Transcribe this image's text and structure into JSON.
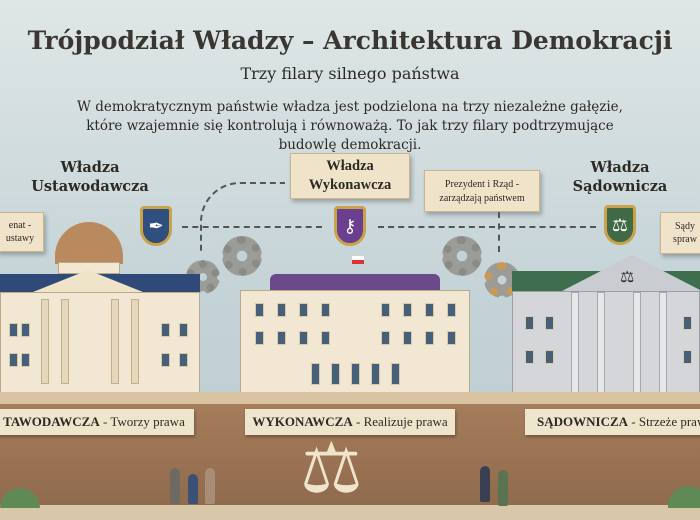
{
  "title": "Trójpodział Władzy – Architektura Demokracji",
  "subtitle": "Trzy filary silnego państwa",
  "intro": "W demokratycznym państwie władza jest podzielona na trzy niezależne gałęzie, które wzajemnie się kontrolują i równoważą. To jak trzy filary podtrzymujące budowlę demokracji.",
  "branches": [
    {
      "heading_line1": "Władza",
      "heading_line2": "Ustawodawcza",
      "plaque_line1": "enat -",
      "plaque_line2": "ustawy",
      "shield_icon": "quill-icon",
      "shield_color": "#2f4f7f",
      "ribbon_strong": "TAWODAWCZA",
      "ribbon_text": " - Tworzy prawa"
    },
    {
      "heading_line1": "Władza",
      "heading_line2": "Wykonawcza",
      "plaque_line1": "Prezydent i Rząd -",
      "plaque_line2": "zarządzają państwem",
      "shield_icon": "key-icon",
      "shield_color": "#6a3f8f",
      "ribbon_strong": "WYKONAWCZA",
      "ribbon_text": " - Realizuje prawa"
    },
    {
      "heading_line1": "Władza",
      "heading_line2": "Sądownicza",
      "plaque_line1": "Sądy",
      "plaque_line2": "spraw",
      "shield_icon": "gavel-icon",
      "shield_color": "#3f6a45",
      "ribbon_strong": "SĄDOWNICZA",
      "ribbon_text": " - Strzeże prawa"
    }
  ],
  "roof_colors": {
    "legislative": "#2f4a78",
    "executive": "#6a4a8a",
    "judicial": "#3f6e4f"
  }
}
